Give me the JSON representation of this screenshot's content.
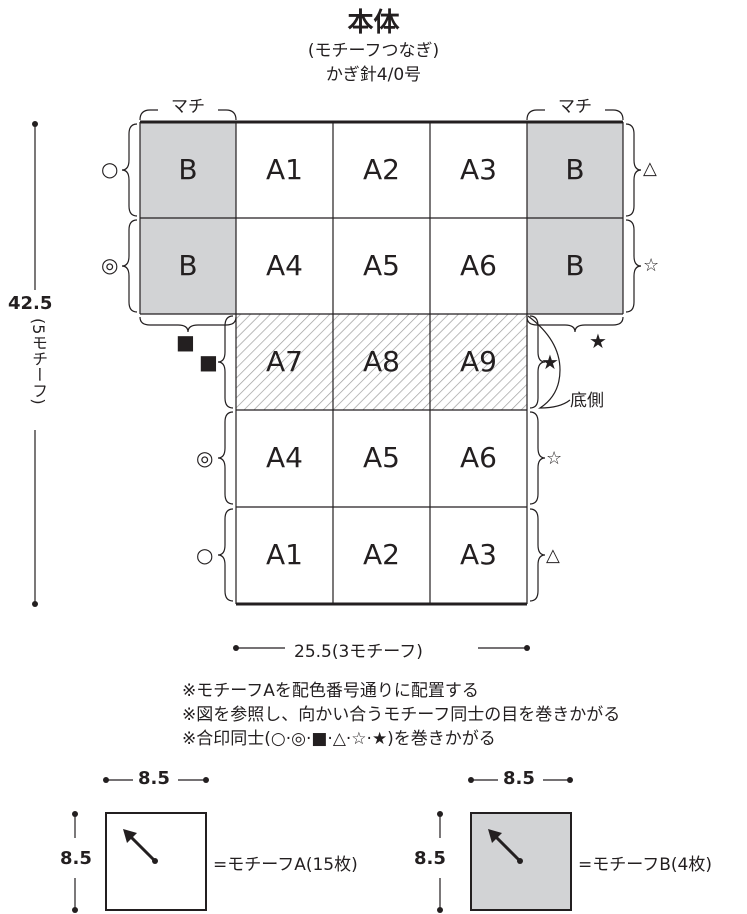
{
  "header": {
    "title": "本体",
    "subtitle": "(モチーフつなぎ)",
    "hook": "かぎ針4/0号"
  },
  "labels": {
    "machi": "マチ",
    "bottom_side": "底側",
    "height": "42.5",
    "height_note": "(5モチーフ)",
    "width": "25.5(3モチーフ)"
  },
  "grid": {
    "rows": [
      [
        "B",
        "A1",
        "A2",
        "A3",
        "B"
      ],
      [
        "B",
        "A4",
        "A5",
        "A6",
        "B"
      ],
      [
        "A7",
        "A8",
        "A9"
      ],
      [
        "A4",
        "A5",
        "A6"
      ],
      [
        "A1",
        "A2",
        "A3"
      ]
    ]
  },
  "marks": {
    "circle": "○",
    "double_circle": "◎",
    "square": "■",
    "triangle": "△",
    "star": "☆",
    "black_star": "★"
  },
  "notes": [
    "※モチーフAを配色番号通りに配置する",
    "※図を参照し、向かい合うモチーフ同士の目を巻きかがる",
    "※合印同士(○·◎·■·△·☆·★)を巻きかがる"
  ],
  "legend": [
    {
      "size_w": "8.5",
      "size_h": "8.5",
      "text": "=モチーフA(15枚)"
    },
    {
      "size_w": "8.5",
      "size_h": "8.5",
      "text": "=モチーフB(4枚)"
    }
  ],
  "colors": {
    "line": "#231f20",
    "gray_fill": "#d2d3d5",
    "hatch": "#9d9d9d"
  }
}
